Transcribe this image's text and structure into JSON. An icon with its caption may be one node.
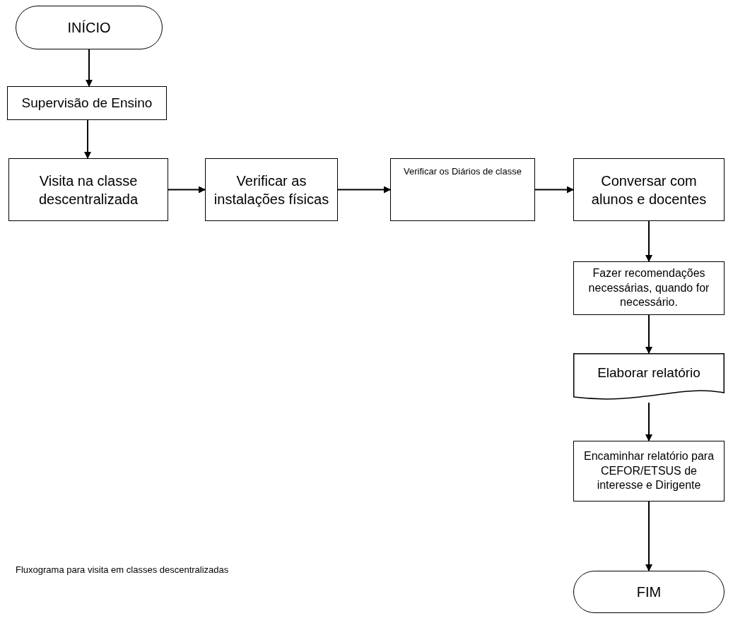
{
  "diagram": {
    "caption": "Fluxograma para visita em classes descentralizadas",
    "nodes": [
      {
        "text": [
          "INÍCIO"
        ]
      },
      {
        "text": [
          "Supervisão de Ensino"
        ]
      },
      {
        "text": [
          "Visita na classe descentralizada"
        ]
      },
      {
        "text": [
          "Verificar as instalações físicas"
        ]
      },
      {
        "text": [
          "Verificar os Diários de classe"
        ]
      },
      {
        "text": [
          "Conversar com alunos e docentes"
        ]
      },
      {
        "text": [
          "Fazer recomendações necessárias, quando for necessário."
        ]
      },
      {
        "text": [
          "Elaborar relatório"
        ]
      },
      {
        "text": [
          "Encaminhar relatório para CEFOR/ETSUS de interesse e Dirigente"
        ]
      },
      {
        "text": [
          "FIM"
        ]
      }
    ],
    "edges": [
      {
        "from": 0,
        "to": 1,
        "arrow": "to"
      },
      {
        "from": 1,
        "to": 2,
        "arrow": "to"
      },
      {
        "from": 2,
        "to": 3,
        "arrow": "to"
      },
      {
        "from": 3,
        "to": 4,
        "arrow": "to"
      },
      {
        "from": 4,
        "to": 5,
        "arrow": "to"
      },
      {
        "from": 5,
        "to": 6,
        "arrow": "to"
      },
      {
        "from": 6,
        "to": 7,
        "arrow": "to"
      },
      {
        "from": 7,
        "to": 8,
        "arrow": "to"
      },
      {
        "from": 8,
        "to": 9,
        "arrow": "to"
      }
    ]
  }
}
